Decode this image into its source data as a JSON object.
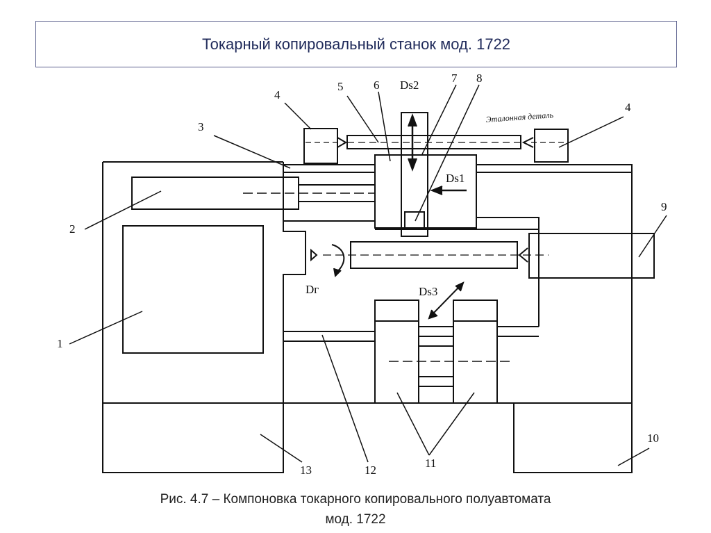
{
  "title": "Токарный копировальный станок мод. 1722",
  "caption_line1": "Рис. 4.7 – Компоновка токарного копировального полуавтомата",
  "caption_line2": "мод. 1722",
  "labels": {
    "n1": "1",
    "n2": "2",
    "n3": "3",
    "n4a": "4",
    "n4b": "4",
    "n5": "5",
    "n6": "6",
    "n7": "7",
    "n8": "8",
    "n9": "9",
    "n10": "10",
    "n11": "11",
    "n12": "12",
    "n13": "13",
    "ds2": "Ds2",
    "ds1": "Ds1",
    "ds3": "Ds3",
    "dr": "Dг",
    "etalon": "Эталонная деталь"
  }
}
